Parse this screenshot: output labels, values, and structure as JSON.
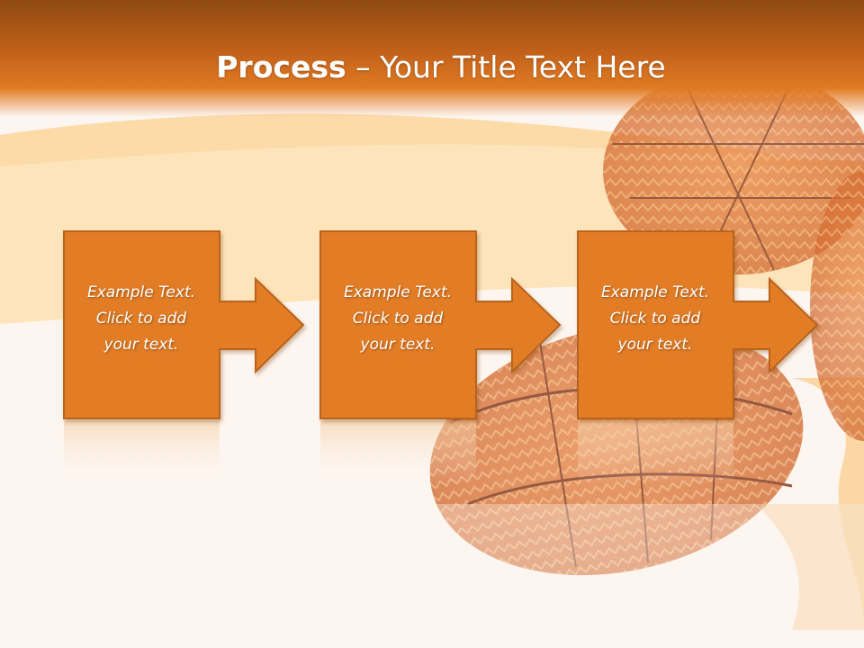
{
  "slide": {
    "title_bold": "Process",
    "title_rest": " – Your Title Text Here"
  },
  "steps": [
    {
      "line1": "Example Text.",
      "line2": "Click  to add",
      "line3": "your text."
    },
    {
      "line1": "Example Text.",
      "line2": "Click  to add",
      "line3": "your text."
    },
    {
      "line1": "Example Text.",
      "line2": "Click  to add",
      "line3": "your text."
    }
  ],
  "colors": {
    "box_fill": "#e27d27",
    "box_stroke": "#b9641c",
    "header_dark": "#8e4a10",
    "header_light": "#e07a22",
    "ribbon": "#fcd9a0",
    "egg": "#d9692c"
  },
  "decor": {
    "background_icon": "easter-egg-ribbon"
  }
}
